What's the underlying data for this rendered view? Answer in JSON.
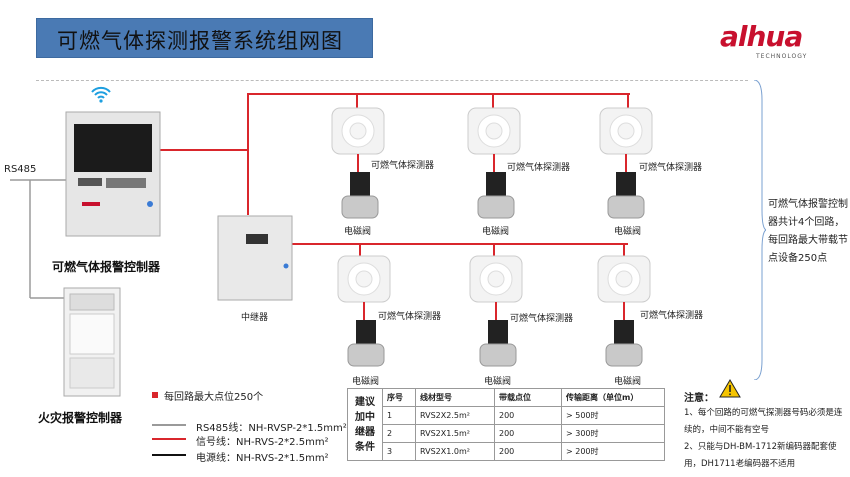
{
  "header": {
    "title": "可燃气体探测报警系统组网图",
    "brand": "alhua",
    "brand_sub": "TECHNOLOGY"
  },
  "devices": {
    "rs485_label": "RS485",
    "controller_label": "可燃气体报警控制器",
    "fire_panel_label": "火灾报警控制器",
    "repeater_label": "中继器",
    "detector_label": "可燃气体探测器",
    "valve_label": "电磁阀"
  },
  "side_note": "可燃气体报警控制器共计4个回路，每回路最大带载节点设备250点",
  "legend": {
    "max_points": "每回路最大点位250个",
    "rs485": "RS485线：NH-RVSP-2*1.5mm²",
    "signal": "信号线：NH-RVS-2*2.5mm²",
    "power": "电源线：NH-RVS-2*1.5mm²"
  },
  "spec_table": {
    "side_label": "建议加中继器条件",
    "headers": [
      "序号",
      "线材型号",
      "带载点位",
      "传输距离（单位m）"
    ],
    "rows": [
      [
        "1",
        "RVS2X2.5m²",
        "200",
        "> 500时"
      ],
      [
        "2",
        "RVS2X1.5m²",
        "200",
        "> 300时"
      ],
      [
        "3",
        "RVS2X1.0m²",
        "200",
        "> 200时"
      ]
    ]
  },
  "notes": {
    "title": "注意：",
    "line1": "1、每个回路的可燃气探测器号码必须是连续的，中间不能有空号",
    "line2": "2、只能与DH-BM-1712新编码器配套使用，DH1711老编码器不适用"
  },
  "colors": {
    "title_bg": "#4a7ab4",
    "signal_wire": "#d9262c",
    "rs485_wire": "#9a9a9a",
    "power_wire": "#111111",
    "brand": "#c8102e"
  },
  "icons": {
    "wifi": "wifi-icon",
    "warning": "warning-triangle-icon"
  }
}
